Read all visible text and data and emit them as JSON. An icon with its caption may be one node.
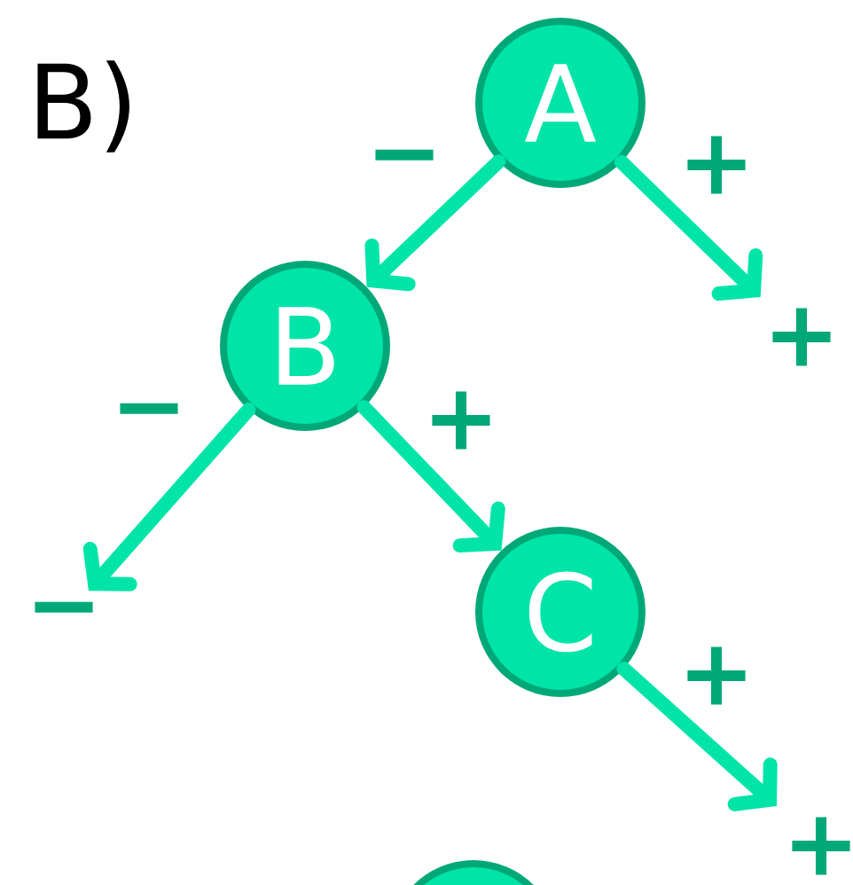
{
  "diagram": {
    "nodes": [
      {
        "text": [
          "A"
        ]
      },
      {
        "text": [
          "B"
        ]
      },
      {
        "text": [
          "+"
        ]
      },
      {
        "text": [
          "−"
        ]
      },
      {
        "text": [
          "C"
        ]
      },
      {
        "text": [
          "+"
        ]
      },
      {
        "text": [],
        "shape": "circle"
      }
    ],
    "edges": [
      {
        "from": 0,
        "to": 1,
        "arrow": "to",
        "label": "−"
      },
      {
        "from": 0,
        "to": 2,
        "arrow": "to",
        "label": "+"
      },
      {
        "from": 1,
        "to": 3,
        "arrow": "to",
        "label": "−"
      },
      {
        "from": 1,
        "to": 4,
        "arrow": "to",
        "label": "+"
      },
      {
        "from": 4,
        "to": 5,
        "arrow": "to",
        "label": "+"
      }
    ],
    "labels": [
      "B)"
    ]
  }
}
